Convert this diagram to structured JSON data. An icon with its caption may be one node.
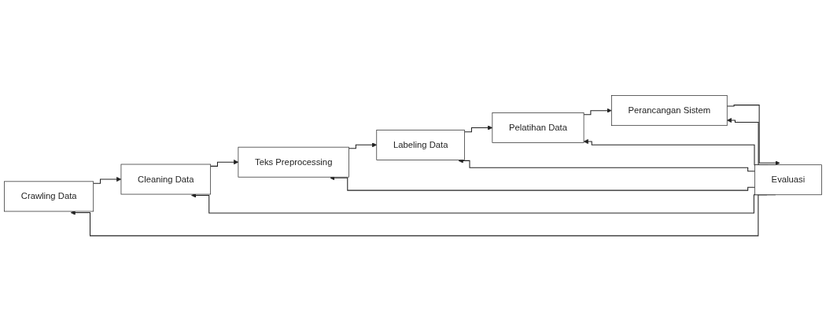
{
  "diagram": {
    "nodes": [
      {
        "text": [
          "Crawling Data"
        ]
      },
      {
        "text": [
          "Cleaning Data"
        ]
      },
      {
        "text": [
          "Teks Preprocessing"
        ]
      },
      {
        "text": [
          "Labeling Data"
        ]
      },
      {
        "text": [
          "Pelatihan Data"
        ]
      },
      {
        "text": [
          "Perancangan Sistem"
        ]
      },
      {
        "text": [
          "Evaluasi"
        ]
      }
    ],
    "edges": [
      {
        "from": 0,
        "to": 1,
        "arrow": "to"
      },
      {
        "from": 1,
        "to": 2,
        "arrow": "to"
      },
      {
        "from": 2,
        "to": 3,
        "arrow": "to"
      },
      {
        "from": 3,
        "to": 4,
        "arrow": "to"
      },
      {
        "from": 4,
        "to": 5,
        "arrow": "to"
      },
      {
        "from": 5,
        "to": 6,
        "arrow": "to"
      },
      {
        "from": 6,
        "to": 0,
        "arrow": "to"
      },
      {
        "from": 6,
        "to": 1,
        "arrow": "to"
      },
      {
        "from": 6,
        "to": 2,
        "arrow": "to"
      },
      {
        "from": 6,
        "to": 3,
        "arrow": "to"
      },
      {
        "from": 6,
        "to": 4,
        "arrow": "to"
      },
      {
        "from": 6,
        "to": 5,
        "arrow": "to"
      }
    ]
  }
}
